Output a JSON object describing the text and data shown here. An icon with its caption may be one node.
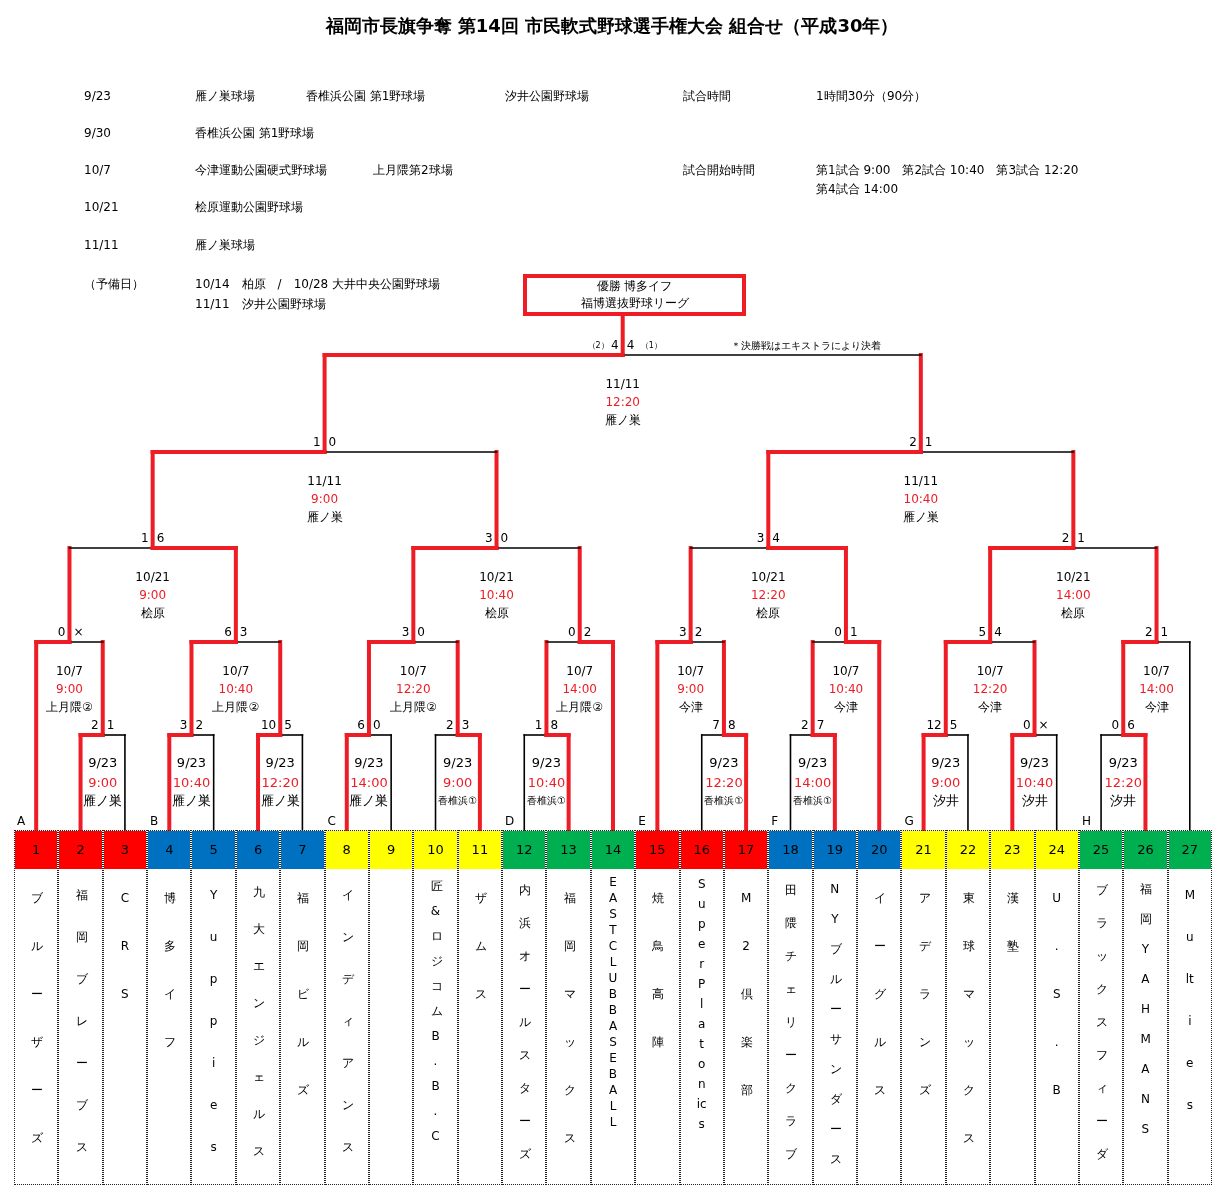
{
  "diagram": {
    "title": "福岡市長旗争奪 第14回 市民軟式野球選手権大会 組合せ（平成30年）",
    "nodes": [
      {
        "text": [
          "優勝 博多イフ",
          "福博選抜野球リーグ"
        ]
      },
      {
        "text": [
          "1",
          "ブルーザーズ"
        ]
      },
      {
        "text": [
          "2",
          "福岡ブレーブス"
        ]
      },
      {
        "text": [
          "3",
          "CRS"
        ]
      },
      {
        "text": [
          "4",
          "博多イフ"
        ]
      },
      {
        "text": [
          "5",
          "Yuppies"
        ]
      },
      {
        "text": [
          "6",
          "九大エンジェルス"
        ]
      },
      {
        "text": [
          "7",
          "福岡ビルズ"
        ]
      },
      {
        "text": [
          "8",
          "インディアンス"
        ]
      },
      {
        "text": [
          "9"
        ]
      },
      {
        "text": [
          "10",
          "匠&ロジコム B.B.C"
        ]
      },
      {
        "text": [
          "11",
          "ザムス"
        ]
      },
      {
        "text": [
          "12",
          "内浜オールスターズ"
        ]
      },
      {
        "text": [
          "13",
          "福岡マックス"
        ]
      },
      {
        "text": [
          "14",
          "EAST CLUB BASEBALL"
        ]
      },
      {
        "text": [
          "15",
          "焼鳥高陣"
        ]
      },
      {
        "text": [
          "16",
          "Super Platonics"
        ]
      },
      {
        "text": [
          "17",
          "M2 倶楽部"
        ]
      },
      {
        "text": [
          "18",
          "田隈チェリークラブ"
        ]
      },
      {
        "text": [
          "19",
          "NYブルーサンダース"
        ]
      },
      {
        "text": [
          "20",
          "イーグルス"
        ]
      },
      {
        "text": [
          "21",
          "アデランズ"
        ]
      },
      {
        "text": [
          "22",
          "東球マックス"
        ]
      },
      {
        "text": [
          "23",
          "漢塾"
        ]
      },
      {
        "text": [
          "24",
          "U.S.B"
        ]
      },
      {
        "text": [
          "25",
          "ブラックスフィーダ"
        ]
      },
      {
        "text": [
          "26",
          "福岡 YAHMANS"
        ]
      },
      {
        "text": [
          "27",
          "Multies"
        ]
      }
    ],
    "labels": [
      "9/23",
      "雁ノ巣球場",
      "香椎浜公園 第1野球場",
      "汐井公園野球場",
      "試合時間",
      "1時間30分（90分）",
      "9/30",
      "香椎浜公園 第1野球場",
      "10/7",
      "今津運動公園硬式野球場",
      "上月隈第2球場",
      "試合開始時間",
      "第1試合 9:00　第2試合 10:40　第3試合 12:20 第4試合 14:00",
      "10/21",
      "桧原運動公園野球場",
      "11/11",
      "雁ノ巣球場",
      "（予備日）",
      "10/14　柏原　/　10/28 大井中央公園野球場",
      "11/11　汐井公園野球場",
      "（2）",
      "4",
      "4",
      "（1）",
      "＊決勝戦はエキストラにより決着",
      "11/11",
      "12:20",
      "雁ノ巣",
      "1",
      "0",
      "11/11",
      "9:00",
      "雁ノ巣",
      "2",
      "1",
      "11/11",
      "10:40",
      "雁ノ巣",
      "1",
      "6",
      "10/21",
      "9:00",
      "桧原",
      "3",
      "0",
      "10/21",
      "10:40",
      "桧原",
      "3",
      "4",
      "10/21",
      "12:20",
      "桧原",
      "2",
      "1",
      "10/21",
      "14:00",
      "桧原",
      "0",
      "×",
      "10/7",
      "9:00",
      "上月隈②",
      "6",
      "3",
      "10/7",
      "10:40",
      "上月隈②",
      "3",
      "0",
      "10/7",
      "12:20",
      "上月隈②",
      "0",
      "2",
      "10/7",
      "14:00",
      "上月隈②",
      "3",
      "2",
      "10/7",
      "9:00",
      "今津",
      "0",
      "1",
      "10/7",
      "10:40",
      "今津",
      "5",
      "4",
      "10/7",
      "12:20",
      "今津",
      "2",
      "1",
      "10/7",
      "14:00",
      "今津",
      "2",
      "1",
      "9/23",
      "9:00",
      "雁ノ巣",
      "3",
      "2",
      "9/23",
      "10:40",
      "雁ノ巣",
      "10",
      "5",
      "9/23",
      "12:20",
      "雁ノ巣",
      "6",
      "0",
      "9/23",
      "14:00",
      "雁ノ巣",
      "2",
      "3",
      "9/23",
      "9:00",
      "香椎浜①",
      "1",
      "8",
      "9/23",
      "10:40",
      "香椎浜①",
      "7",
      "8",
      "9/23",
      "12:20",
      "香椎浜①",
      "2",
      "7",
      "9/23",
      "14:00",
      "香椎浜①",
      "12",
      "5",
      "9/23",
      "9:00",
      "汐井",
      "0",
      "×",
      "9/23",
      "10:40",
      "汐井",
      "0",
      "6",
      "9/23",
      "12:20",
      "汐井",
      "A",
      "B",
      "C",
      "D",
      "E",
      "F",
      "G",
      "H"
    ]
  }
}
